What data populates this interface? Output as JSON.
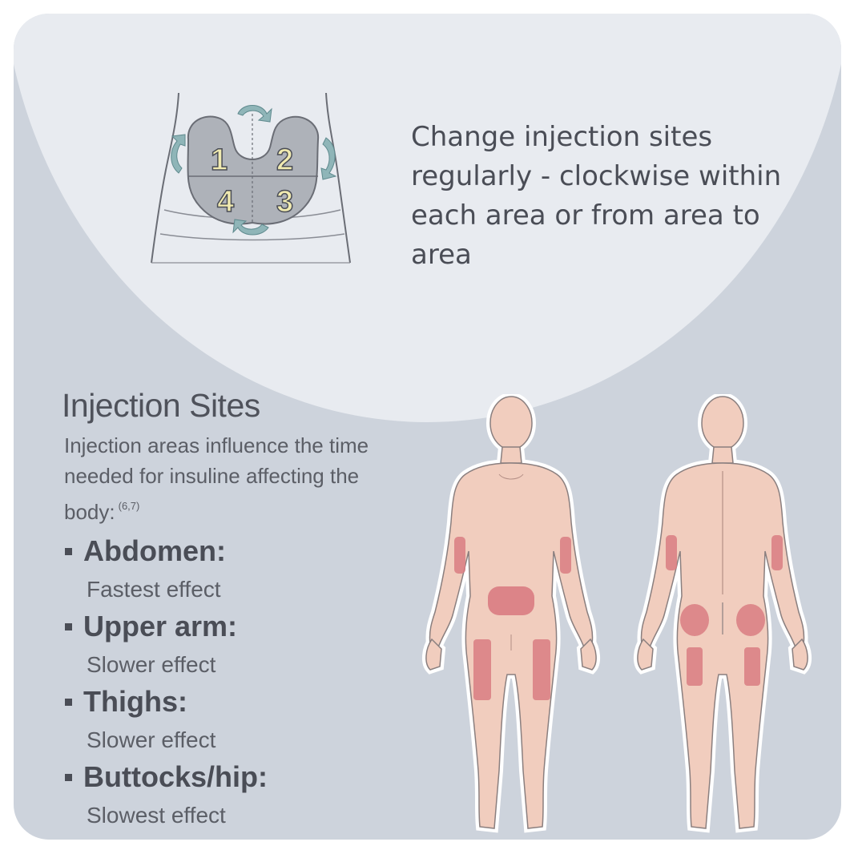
{
  "header": {
    "rotation_text": "Change injection sites regularly - clockwise within each area or from area to area"
  },
  "abdomen_diagram": {
    "area_numbers": [
      "1",
      "2",
      "3",
      "4"
    ],
    "icons": [
      "rotation-arrow-icon"
    ]
  },
  "injection_sites": {
    "title": "Injection Sites",
    "description": "Injection areas influence the time needed for insuline affecting the body:",
    "reference": "(6,7)",
    "sites": [
      {
        "name": "Abdomen:",
        "effect": "Fastest effect"
      },
      {
        "name": "Upper arm:",
        "effect": "Slower effect"
      },
      {
        "name": "Thighs:",
        "effect": "Slower effect"
      },
      {
        "name": "Buttocks/hip:",
        "effect": "Slowest effect"
      }
    ]
  },
  "colors": {
    "background": "#cdd3dc",
    "dome": "#e8ebf0",
    "skin": "#f1cdbe",
    "injection_area": "#d97c82",
    "text": "#4a4d56",
    "arrow": "#8fb5b8"
  }
}
